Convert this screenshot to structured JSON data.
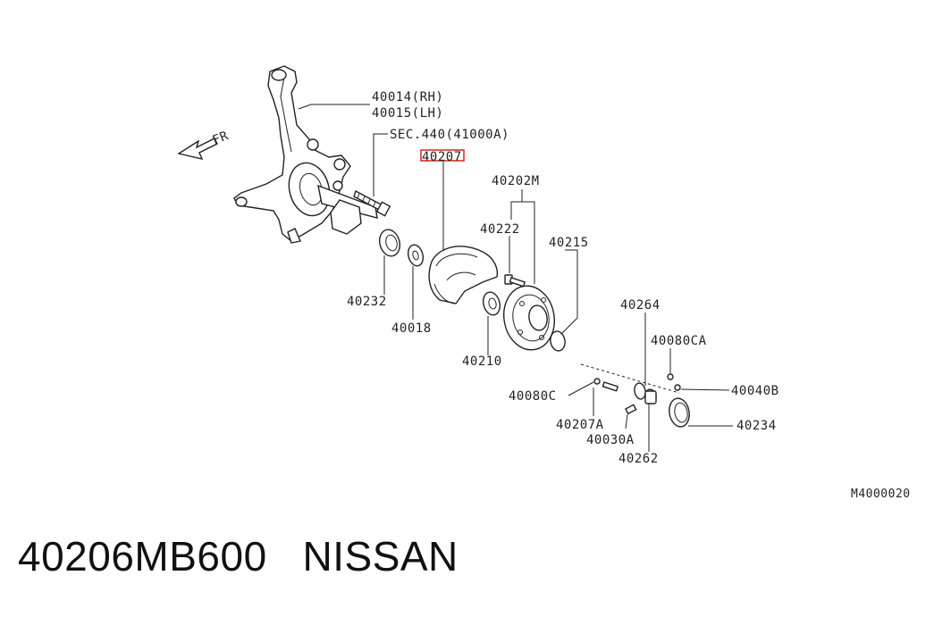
{
  "diagram": {
    "direction_label": "FR",
    "labels": {
      "knuckle_rh": "40014(RH)",
      "knuckle_lh": "40015(LH)",
      "sec_ref": "SEC.440(41000A)",
      "highlighted_part": "40207",
      "hub_bolt_set": "40202M",
      "hub_bolt": "40222",
      "hub_assembly": "40215",
      "seal": "40232",
      "washer": "40018",
      "inner_bearing": "40210",
      "washer_2": "40264",
      "cotter_pin": "40080CA",
      "bolt": "40080C",
      "lock_washer": "40040B",
      "bolt_2": "40207A",
      "hub_cap": "40234",
      "nut": "40030A",
      "lock_nut": "40262",
      "figure_code": "M4000020"
    },
    "highlight_color": "#e0201f"
  },
  "caption": {
    "part_number": "40206MB600",
    "brand": "NISSAN"
  }
}
